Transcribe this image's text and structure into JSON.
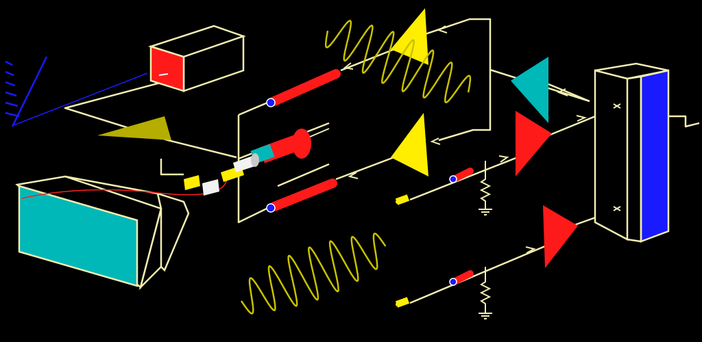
{
  "canvas": {
    "background": "#000000"
  },
  "colors": {
    "wire": "#f2edb0",
    "red": "#ff1a1a",
    "yellow": "#ffee00",
    "olive": "#b5ad00",
    "teal": "#00b8b8",
    "blue": "#1a1aff",
    "wave": "#c8c200",
    "beam_red": "#ff2020",
    "dark_red": "#8a0000",
    "gray": "#c8c8c8"
  },
  "components": {
    "screen": "oscilloscope-screen",
    "beam_tube": "electron-gun",
    "lamp": "red-lamp-block",
    "ground_rod": "ground-comb",
    "display_panel": "blue-panel",
    "amplifiers": [
      "yellow-triangle-top",
      "yellow-triangle-mid",
      "teal-triangle",
      "red-triangle-mid",
      "red-triangle-bottom",
      "olive-triangle"
    ],
    "resistors": [
      "resistor-mid",
      "resistor-bottom"
    ],
    "waves": [
      "wave-top",
      "wave-bottom"
    ]
  }
}
